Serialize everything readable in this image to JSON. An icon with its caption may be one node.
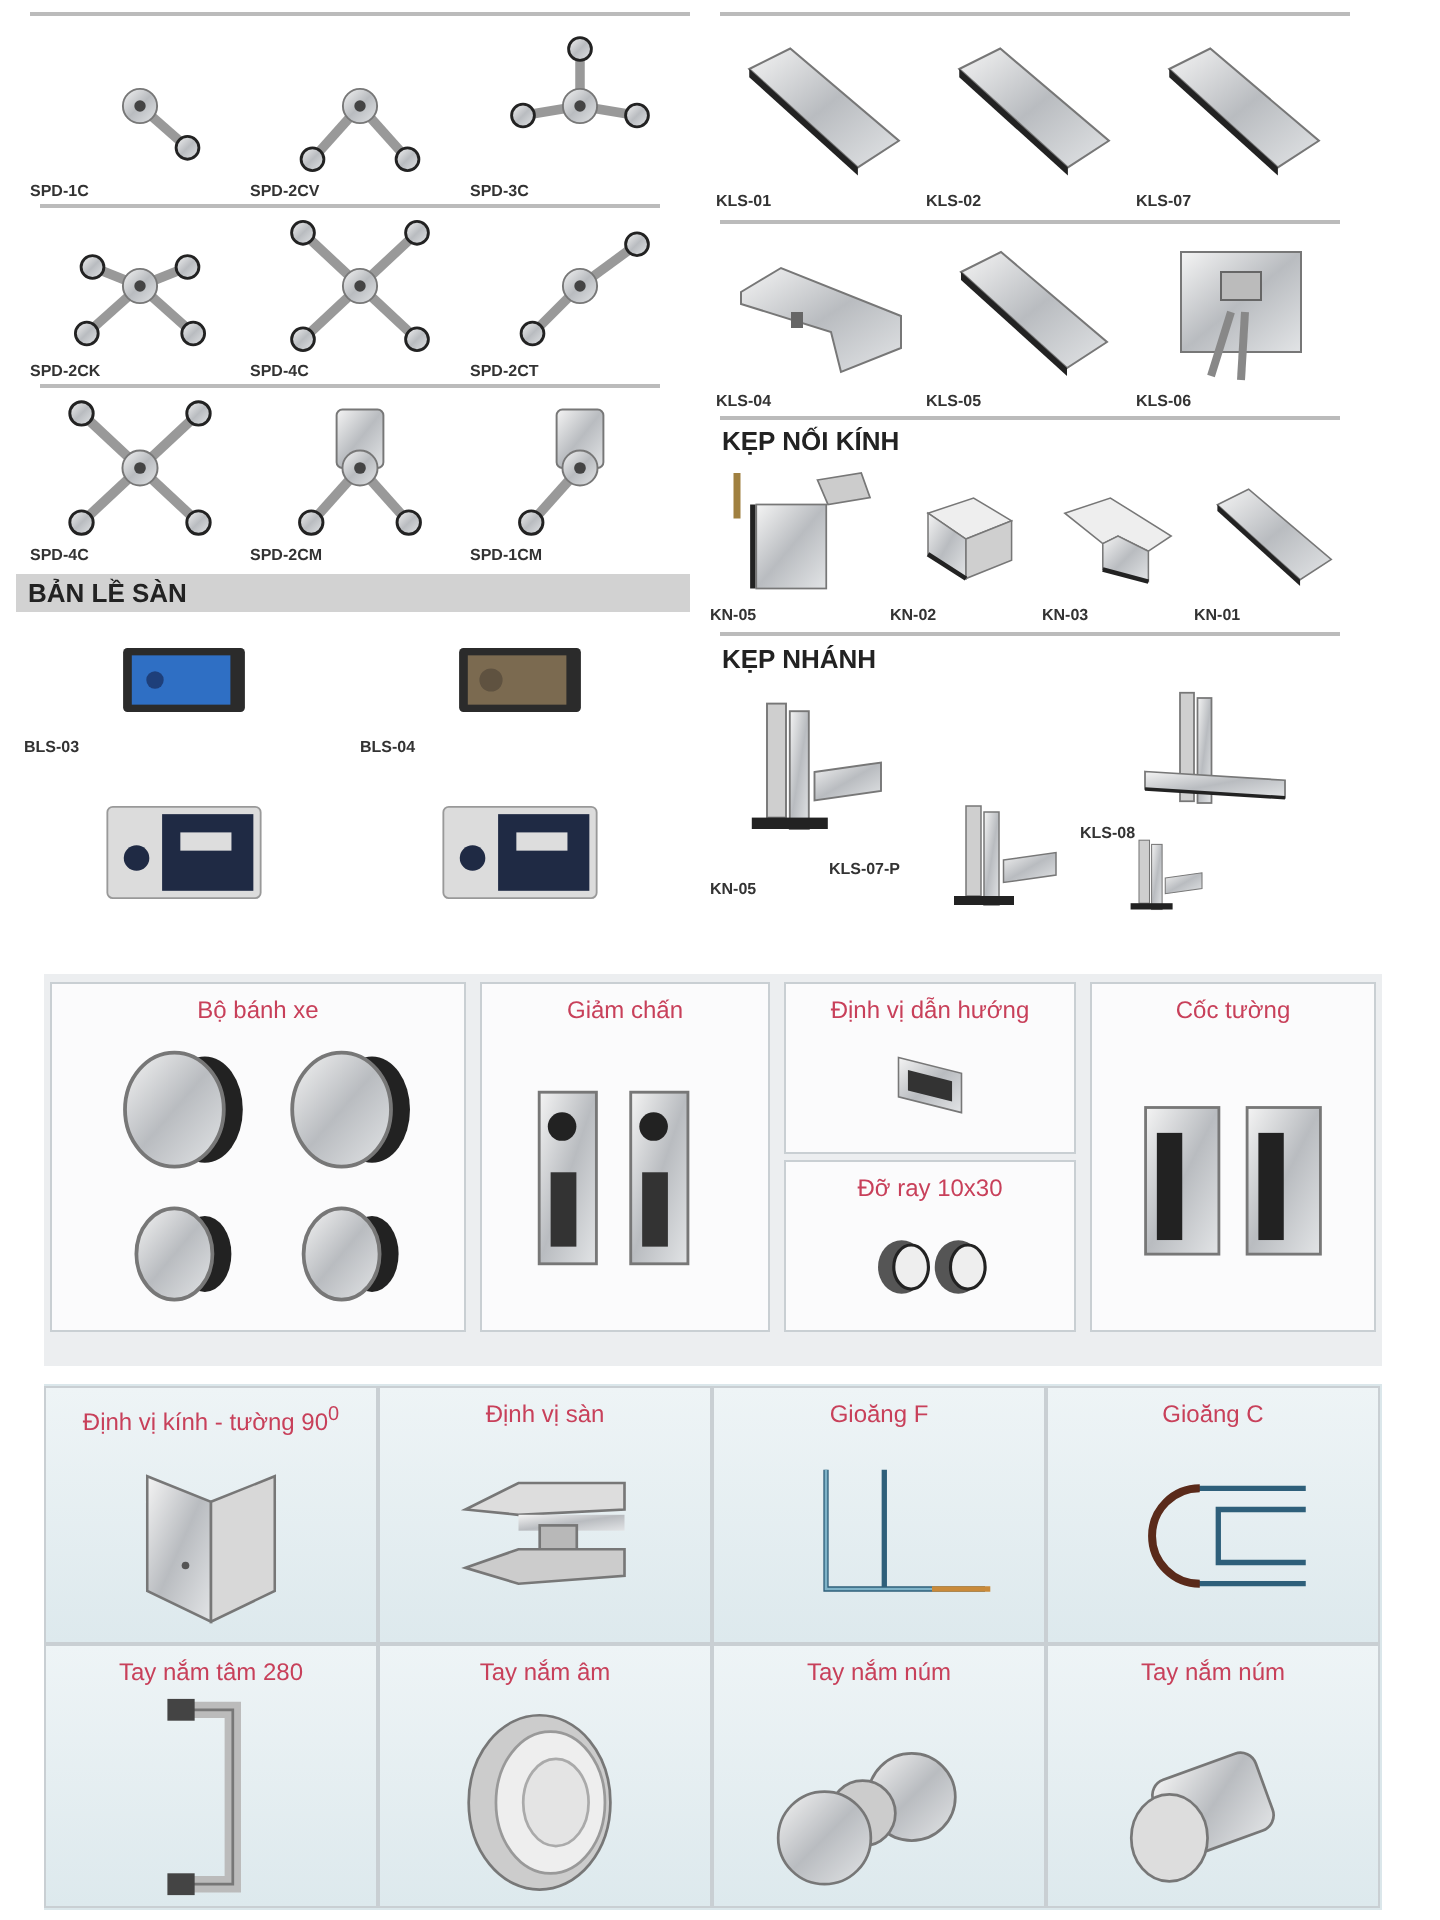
{
  "diagram": {
    "nodes": [
      {
        "text": [
          "SPD-1C"
        ]
      },
      {
        "text": [
          "SPD-2CV"
        ]
      },
      {
        "text": [
          "SPD-3C"
        ]
      },
      {
        "text": [
          "SPD-2CK"
        ]
      },
      {
        "text": [
          "SPD-4C"
        ]
      },
      {
        "text": [
          "SPD-2CT"
        ]
      },
      {
        "text": [
          "SPD-4C"
        ]
      },
      {
        "text": [
          "SPD-2CM"
        ]
      },
      {
        "text": [
          "SPD-1CM"
        ]
      },
      {
        "text": [
          "BẢN LỀ SÀN"
        ]
      },
      {
        "text": [
          "BLS-03"
        ]
      },
      {
        "text": [
          "BLS-04"
        ]
      },
      {
        "text": [],
        "shape": "picture"
      },
      {
        "text": [],
        "shape": "picture"
      },
      {
        "text": [
          "KLS-01"
        ]
      },
      {
        "text": [
          "KLS-02"
        ]
      },
      {
        "text": [
          "KLS-07"
        ]
      },
      {
        "text": [
          "KLS-04"
        ]
      },
      {
        "text": [
          "KLS-05"
        ]
      },
      {
        "text": [
          "KLS-06"
        ]
      },
      {
        "text": [
          "KẸP NỐI KÍNH"
        ]
      },
      {
        "text": [
          "KN-05"
        ]
      },
      {
        "text": [
          "KN-02"
        ]
      },
      {
        "text": [
          "KN-03"
        ]
      },
      {
        "text": [
          "KN-01"
        ]
      },
      {
        "text": [
          "KẸP NHÁNH"
        ]
      },
      {
        "text": [
          "KLS-07-P",
          "KN-05"
        ]
      },
      {
        "text": [
          "KLS-08"
        ]
      },
      {
        "text": [],
        "shape": "picture"
      },
      {
        "text": [],
        "shape": "picture"
      },
      {
        "text": [
          "Bộ bánh xe"
        ]
      },
      {
        "text": [
          "Giảm chấn"
        ]
      },
      {
        "text": [
          "Định vị dẫn hướng"
        ]
      },
      {
        "text": [
          "Đỡ ray 10x30"
        ]
      },
      {
        "text": [
          "Cốc tường"
        ]
      },
      {
        "text": [
          "Định vị kính - tường 90$^{0}$"
        ]
      },
      {
        "text": [
          "Định vị sàn"
        ]
      },
      {
        "text": [
          "Gioăng F"
        ]
      },
      {
        "text": [
          "Gioăng C"
        ]
      },
      {
        "text": [
          "Tay nắm tâm 280"
        ]
      },
      {
        "text": [
          "Tay nắm âm"
        ]
      },
      {
        "text": [
          "Tay nắm núm"
        ]
      },
      {
        "text": [
          "Tay nắm núm"
        ]
      }
    ]
  }
}
